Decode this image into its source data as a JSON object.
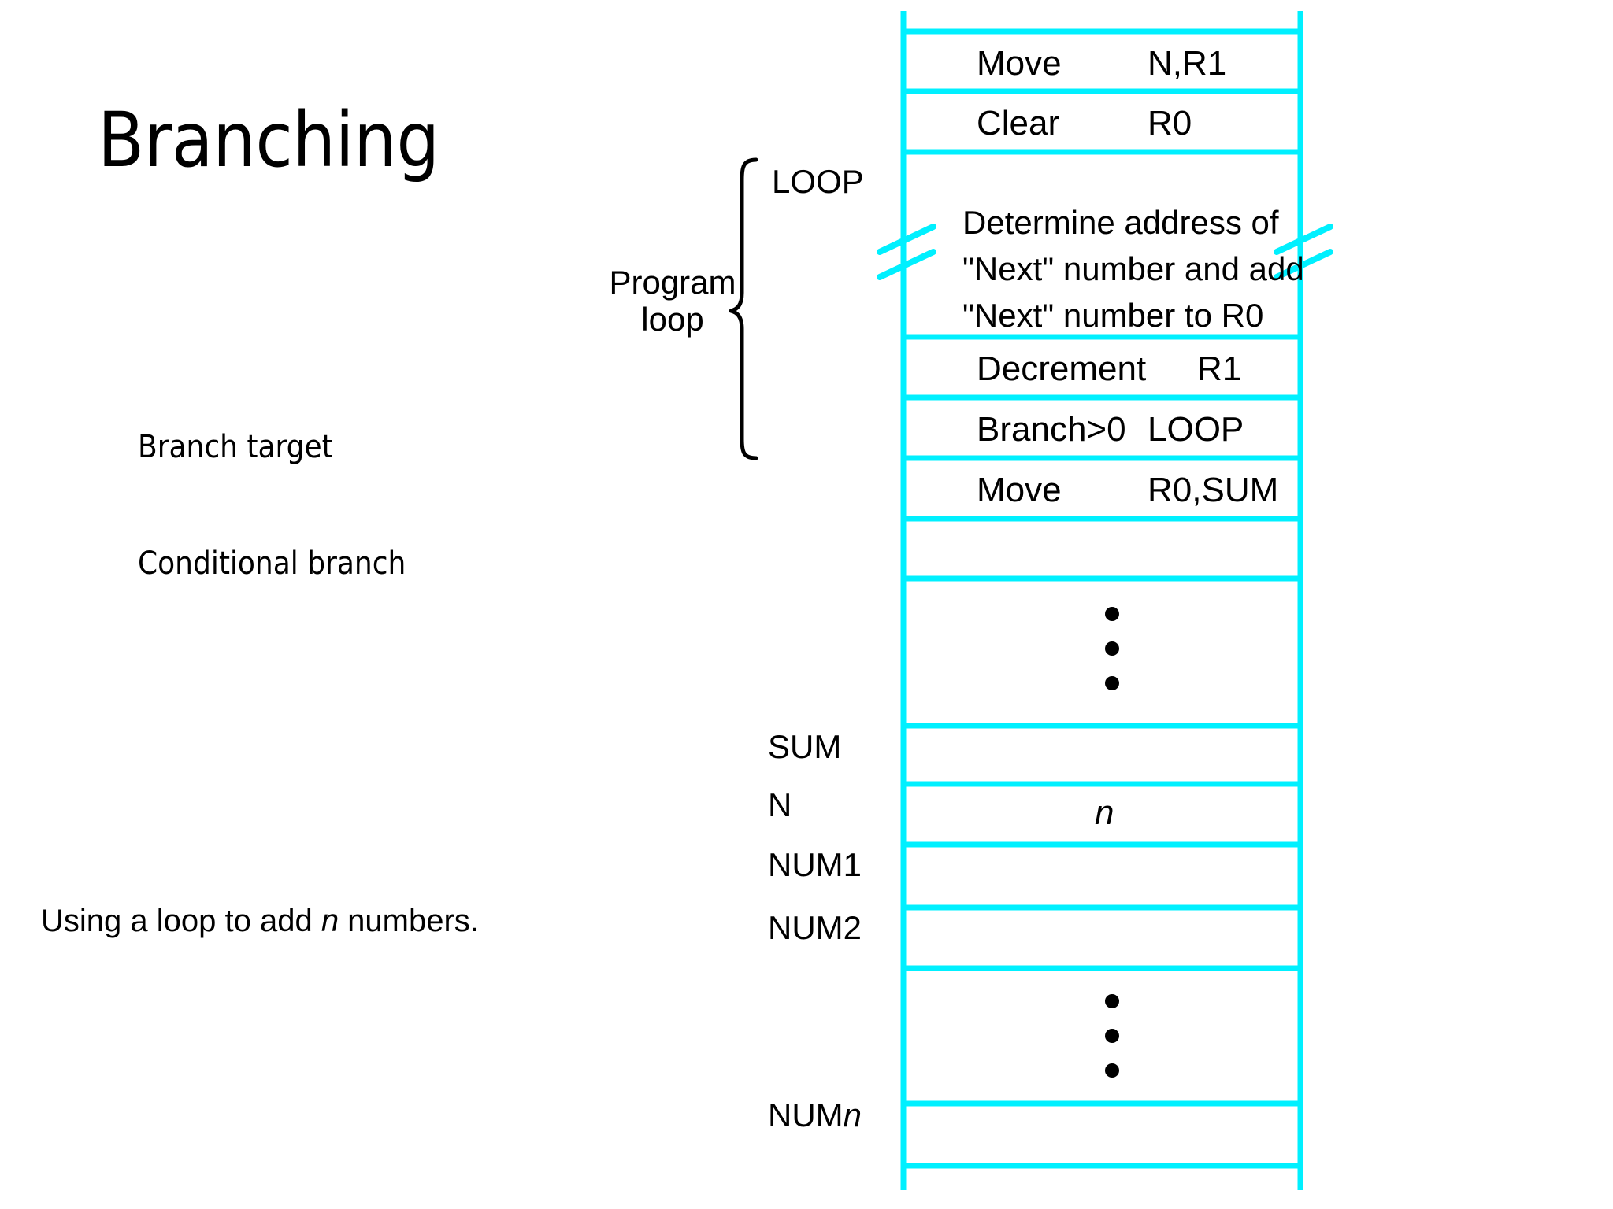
{
  "slide": {
    "title": "Branching",
    "bullets": [
      {
        "text": "Branch target"
      },
      {
        "text": "Conditional branch"
      }
    ],
    "caption_prefix": "Using a loop to add ",
    "caption_italic": "n",
    "caption_suffix": " numbers."
  },
  "colors": {
    "line": "#00F0FF",
    "text": "#000000",
    "background": "#FFFFFF"
  },
  "diagram": {
    "brace_label_line1": "Program",
    "brace_label_line2": "loop",
    "loop_label": "LOOP",
    "row_labels": {
      "sum": "SUM",
      "n": "N",
      "num1": "NUM1",
      "num2_text": "NUM2",
      "numn_prefix": "NUM",
      "numn_italic": "n"
    },
    "rows": [
      {
        "id": "move-n-r1",
        "op": "Move",
        "arg": "N,R1"
      },
      {
        "id": "clear-r0",
        "op": "Clear",
        "arg": "R0"
      },
      {
        "id": "determine-next",
        "lines": [
          "Determine address of",
          "\"Next\" number and add",
          "\"Next\" number to R0"
        ]
      },
      {
        "id": "decrement-r1",
        "op": "Decrement",
        "arg": "R1"
      },
      {
        "id": "branch-gt0",
        "op": "Branch>0",
        "arg": "LOOP"
      },
      {
        "id": "move-r0-sum",
        "op": "Move",
        "arg": "R0,SUM"
      },
      {
        "id": "empty-1",
        "op": "",
        "arg": ""
      },
      {
        "id": "vdots-1",
        "op": "",
        "arg": ""
      },
      {
        "id": "sum-cell",
        "op": "",
        "arg": ""
      },
      {
        "id": "n-cell",
        "op": "",
        "arg": "n"
      },
      {
        "id": "num1-cell",
        "op": "",
        "arg": ""
      },
      {
        "id": "num2-cell",
        "op": "",
        "arg": ""
      },
      {
        "id": "vdots-2",
        "op": "",
        "arg": ""
      },
      {
        "id": "numn-cell",
        "op": "",
        "arg": ""
      }
    ]
  }
}
